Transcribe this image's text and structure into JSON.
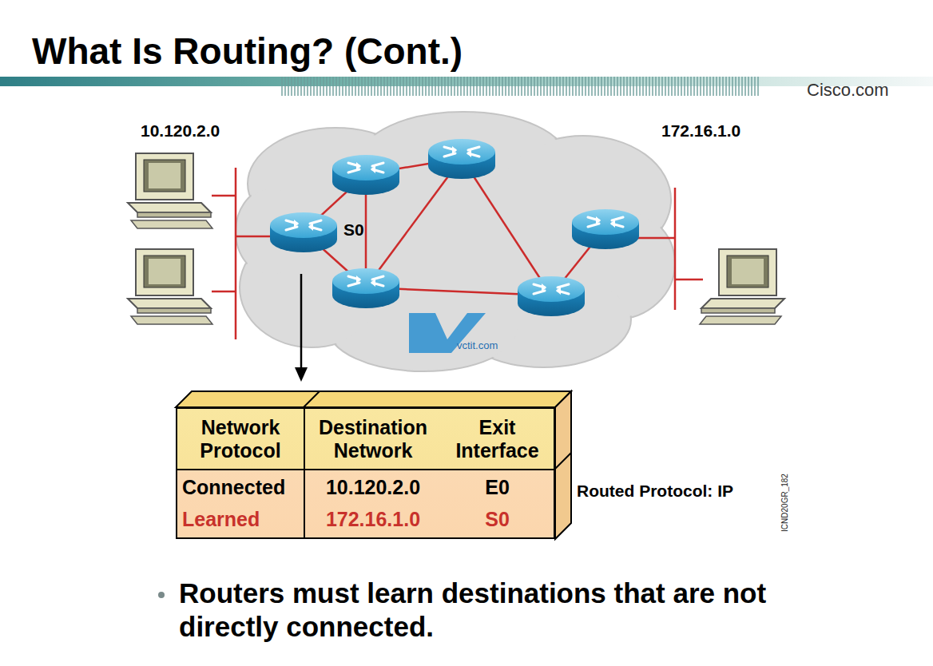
{
  "diagram": {
    "title": "What Is Routing? (Cont.)",
    "caption": "Routers must learn destinations that are not directly connected.",
    "nodes": [
      {
        "text": [
          "Network Protocol",
          "Destination Network",
          "Exit Interface",
          "Connected",
          "10.120.2.0",
          "E0",
          "Learned",
          "172.16.1.0",
          "S0"
        ]
      }
    ],
    "labels": [
      "Cisco.com",
      "10.120.2.0",
      "172.16.1.0",
      "S0",
      "Routed Protocol: IP",
      "ICND20GR_182",
      "vctit.com"
    ]
  }
}
